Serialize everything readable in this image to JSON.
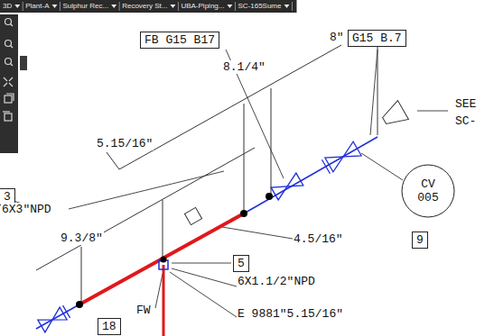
{
  "diagram": {
    "nodes": [
      {
        "text": [
          "FB G15 B17"
        ]
      },
      {
        "text": [
          "G15 B.7"
        ]
      },
      {
        "text": [
          "CV 005"
        ]
      },
      {
        "text": [
          "3"
        ]
      },
      {
        "text": [
          "9"
        ]
      },
      {
        "text": [
          "5"
        ]
      },
      {
        "text": [
          "18"
        ]
      }
    ],
    "labels": [
      "3D",
      "Plant-A",
      "Sulphur Rec...",
      "Recovery St...",
      "UBA-Piping...",
      "SC-165Sume",
      "8.1/4\"",
      "8\"",
      "SEE",
      "SC-",
      "5.15/16\"",
      "6X3\"NPD",
      "9.3/8\"",
      "4.5/16\"",
      "6X1.1/2\"NPD",
      "FW",
      "E 9881\"5.15/16\""
    ]
  }
}
